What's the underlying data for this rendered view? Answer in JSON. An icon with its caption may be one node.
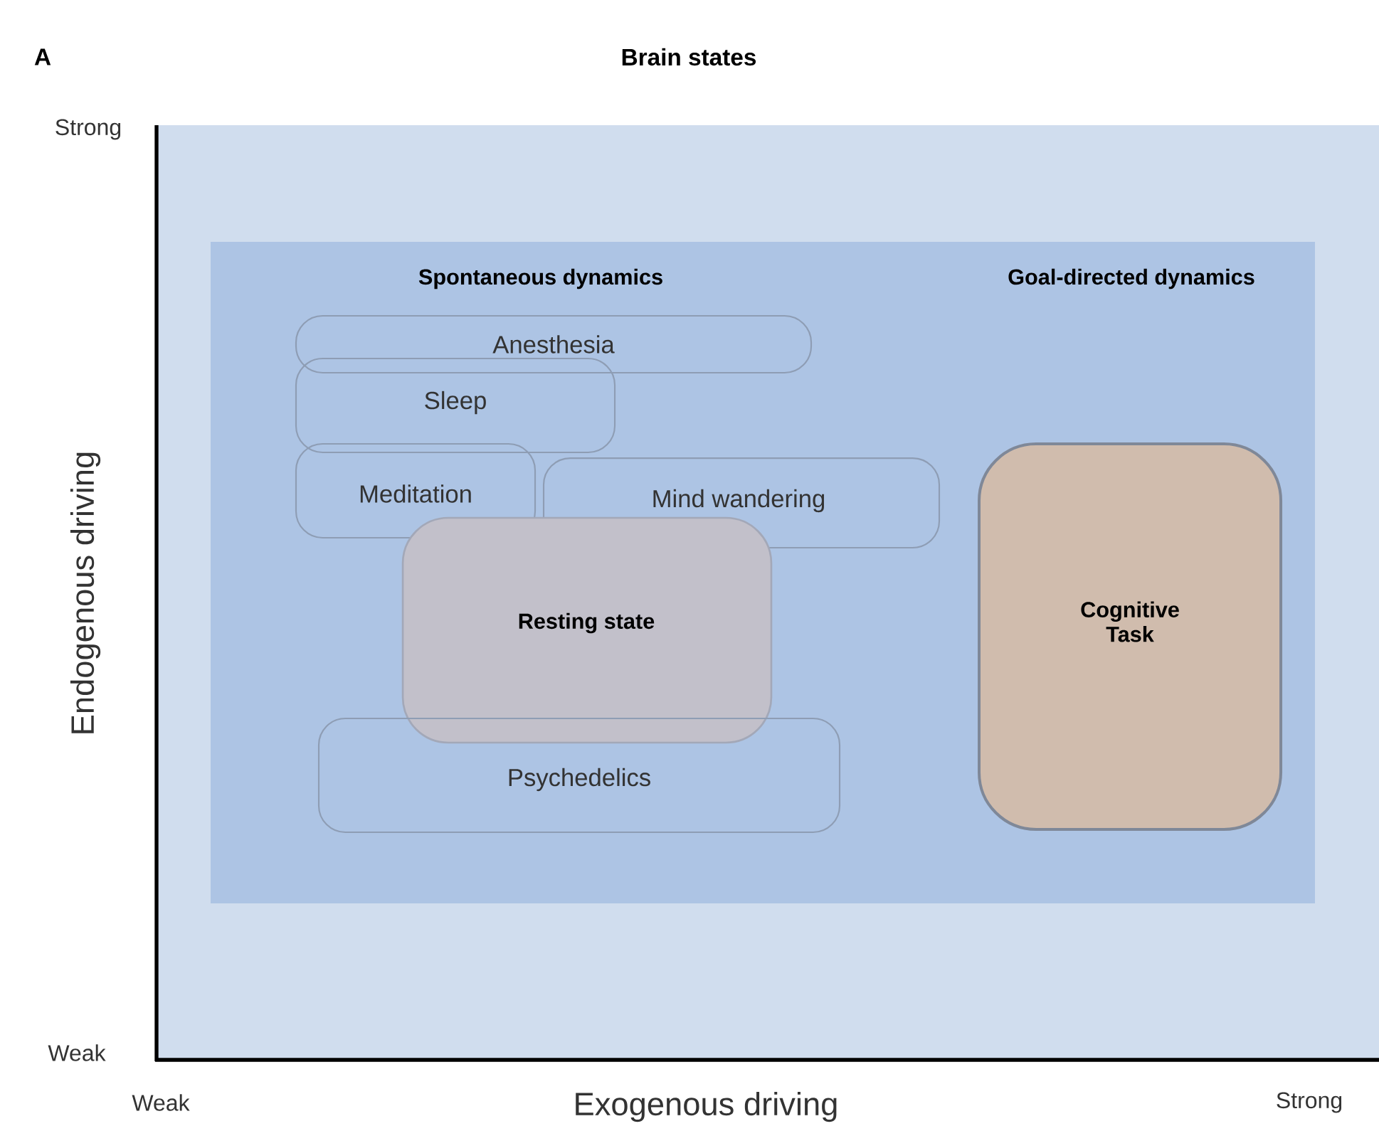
{
  "diagram": {
    "title": "Brain states",
    "nodes": [
      {
        "text": [
          "Spontaneous dynamics",
          "Goal-directed dynamics"
        ]
      },
      {
        "text": [
          "Anesthesia"
        ],
        "in": 0
      },
      {
        "text": [
          "Sleep"
        ],
        "in": 0
      },
      {
        "text": [
          "Meditation"
        ],
        "in": 0
      },
      {
        "text": [
          "Mind wandering"
        ],
        "in": 0
      },
      {
        "text": [
          "Resting state"
        ],
        "in": 0
      },
      {
        "text": [
          "Psychedelics"
        ],
        "in": 0
      },
      {
        "text": [
          "Cognitive Task"
        ],
        "in": 0
      }
    ],
    "labels": [
      "A",
      "Strong",
      "Endogenous driving",
      "Weak",
      "Weak",
      "Exogenous driving",
      "Strong"
    ]
  }
}
